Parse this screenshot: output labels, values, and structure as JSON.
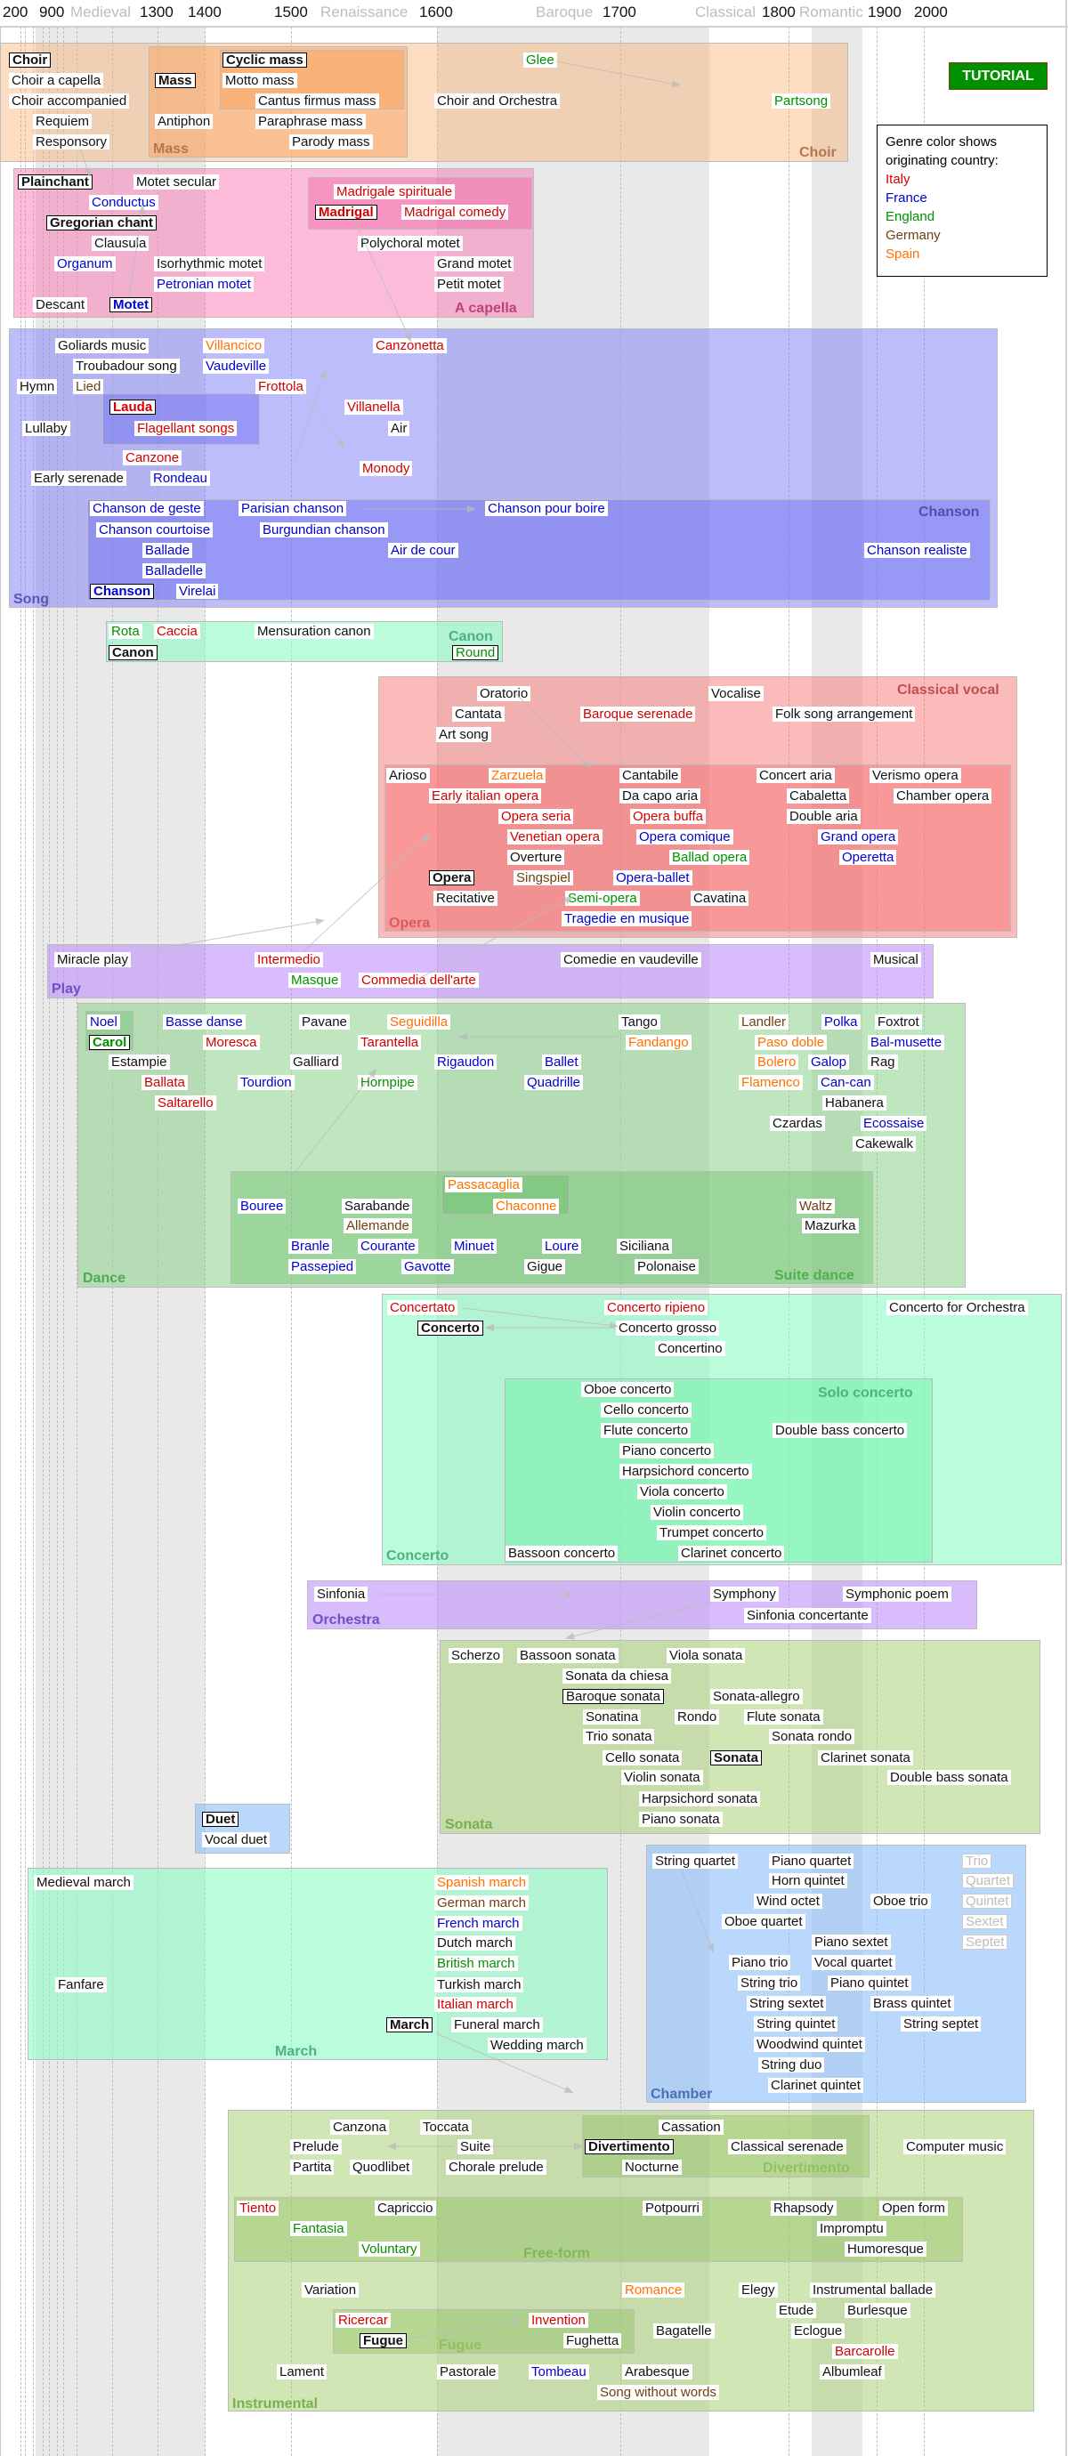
{
  "header": {
    "items": [
      {
        "t": "200"
      },
      {
        "t": "900"
      },
      {
        "t": "Medieval",
        "period": true
      },
      {
        "t": "1300"
      },
      {
        "t": "1400"
      },
      {
        "t": "1500"
      },
      {
        "t": "Renaissance",
        "period": true
      },
      {
        "t": "1600"
      },
      {
        "t": "Baroque",
        "period": true
      },
      {
        "t": "1700"
      },
      {
        "t": "Classical",
        "period": true
      },
      {
        "t": "1800"
      },
      {
        "t": "Romantic",
        "period": true
      },
      {
        "t": "1900"
      },
      {
        "t": "2000"
      }
    ]
  },
  "tutorial_button": "TUTORIAL",
  "legend": {
    "title_lines": [
      "Genre color shows",
      "originating country:"
    ],
    "countries": [
      {
        "code": "I",
        "name": "Italy",
        "color": "#d00000"
      },
      {
        "code": "F",
        "name": "France",
        "color": "#0000d0"
      },
      {
        "code": "E",
        "name": "England",
        "color": "#009000"
      },
      {
        "code": "G",
        "name": "Germany",
        "color": "#704010"
      },
      {
        "code": "S",
        "name": "Spain",
        "color": "#ff7000"
      }
    ]
  },
  "groups": [
    {
      "label": "Choir",
      "color": "#b07850",
      "genres": [
        {
          "t": "Choir",
          "main": true
        },
        {
          "t": "Choir a capella"
        },
        {
          "t": "Choir accompanied"
        },
        {
          "t": "Requiem"
        },
        {
          "t": "Responsory"
        },
        {
          "t": "Choir and Orchestra"
        },
        {
          "t": "Glee",
          "c": "E"
        },
        {
          "t": "Partsong",
          "c": "E"
        }
      ]
    },
    {
      "label": "Mass",
      "color": "#b07850",
      "genres": [
        {
          "t": "Mass",
          "main": true
        },
        {
          "t": "Antiphon"
        }
      ]
    },
    {
      "label": "",
      "genres": [
        {
          "t": "Cyclic mass",
          "main": true
        },
        {
          "t": "Motto mass"
        },
        {
          "t": "Cantus firmus mass"
        },
        {
          "t": "Paraphrase mass"
        },
        {
          "t": "Parody mass"
        }
      ]
    },
    {
      "label": "A capella",
      "color": "#c04080",
      "genres": [
        {
          "t": "Plainchant",
          "main": true
        },
        {
          "t": "Motet secular"
        },
        {
          "t": "Conductus",
          "c": "F"
        },
        {
          "t": "Gregorian chant",
          "main": true
        },
        {
          "t": "Clausula"
        },
        {
          "t": "Organum",
          "c": "F"
        },
        {
          "t": "Isorhythmic motet"
        },
        {
          "t": "Petronian motet",
          "c": "F"
        },
        {
          "t": "Descant"
        },
        {
          "t": "Motet",
          "c": "F",
          "main": true
        },
        {
          "t": "Polychoral motet"
        },
        {
          "t": "Grand motet"
        },
        {
          "t": "Petit motet"
        }
      ]
    },
    {
      "label": "",
      "genres": [
        {
          "t": "Madrigale spirituale",
          "c": "I"
        },
        {
          "t": "Madrigal",
          "c": "I",
          "main": true
        },
        {
          "t": "Madrigal comedy",
          "c": "I"
        }
      ]
    },
    {
      "label": "Song",
      "color": "#5858b0",
      "genres": [
        {
          "t": "Goliards music"
        },
        {
          "t": "Villancico",
          "c": "S"
        },
        {
          "t": "Canzonetta",
          "c": "I"
        },
        {
          "t": "Troubadour song"
        },
        {
          "t": "Vaudeville",
          "c": "F"
        },
        {
          "t": "Hymn"
        },
        {
          "t": "Lied",
          "c": "G"
        },
        {
          "t": "Frottola",
          "c": "I"
        },
        {
          "t": "Villanella",
          "c": "I"
        },
        {
          "t": "Lullaby"
        },
        {
          "t": "Air"
        },
        {
          "t": "Canzone",
          "c": "I"
        },
        {
          "t": "Monody",
          "c": "I"
        },
        {
          "t": "Early serenade"
        },
        {
          "t": "Rondeau",
          "c": "F"
        }
      ]
    },
    {
      "label": "",
      "genres": [
        {
          "t": "Lauda",
          "c": "I",
          "main": true
        },
        {
          "t": "Flagellant songs",
          "c": "I"
        }
      ]
    },
    {
      "label": "Chanson",
      "color": "#5050a8",
      "genres": [
        {
          "t": "Chanson de geste",
          "c": "F"
        },
        {
          "t": "Parisian chanson",
          "c": "F"
        },
        {
          "t": "Chanson pour boire",
          "c": "F"
        },
        {
          "t": "Chanson courtoise",
          "c": "F"
        },
        {
          "t": "Burgundian chanson",
          "c": "F"
        },
        {
          "t": "Ballade",
          "c": "F"
        },
        {
          "t": "Air de cour",
          "c": "F"
        },
        {
          "t": "Chanson realiste",
          "c": "F"
        },
        {
          "t": "Balladelle",
          "c": "F"
        },
        {
          "t": "Chanson",
          "c": "F",
          "main": true
        },
        {
          "t": "Virelai",
          "c": "F"
        }
      ]
    },
    {
      "label": "Canon",
      "color": "#50b080",
      "genres": [
        {
          "t": "Rota",
          "c": "E"
        },
        {
          "t": "Caccia",
          "c": "I"
        },
        {
          "t": "Mensuration canon"
        },
        {
          "t": "Canon",
          "main": true
        },
        {
          "t": "Round",
          "c": "E",
          "boxed": true
        }
      ]
    },
    {
      "label": "Classical vocal",
      "color": "#c05050",
      "genres": [
        {
          "t": "Oratorio"
        },
        {
          "t": "Vocalise"
        },
        {
          "t": "Cantata"
        },
        {
          "t": "Baroque serenade",
          "c": "I"
        },
        {
          "t": "Folk song arrangement"
        },
        {
          "t": "Art song"
        }
      ]
    },
    {
      "label": "Opera",
      "color": "#d06060",
      "genres": [
        {
          "t": "Arioso"
        },
        {
          "t": "Zarzuela",
          "c": "S"
        },
        {
          "t": "Cantabile"
        },
        {
          "t": "Concert aria"
        },
        {
          "t": "Verismo opera"
        },
        {
          "t": "Early italian opera",
          "c": "I"
        },
        {
          "t": "Da capo aria"
        },
        {
          "t": "Cabaletta"
        },
        {
          "t": "Chamber opera"
        },
        {
          "t": "Opera seria",
          "c": "I"
        },
        {
          "t": "Opera buffa",
          "c": "I"
        },
        {
          "t": "Double aria"
        },
        {
          "t": "Venetian opera",
          "c": "I"
        },
        {
          "t": "Opera comique",
          "c": "F"
        },
        {
          "t": "Grand opera",
          "c": "F"
        },
        {
          "t": "Overture"
        },
        {
          "t": "Ballad opera",
          "c": "E"
        },
        {
          "t": "Operetta",
          "c": "F"
        },
        {
          "t": "Opera",
          "main": true
        },
        {
          "t": "Singspiel",
          "c": "G"
        },
        {
          "t": "Opera-ballet",
          "c": "F"
        },
        {
          "t": "Recitative"
        },
        {
          "t": "Semi-opera",
          "c": "E"
        },
        {
          "t": "Cavatina"
        },
        {
          "t": "Tragedie en musique",
          "c": "F"
        }
      ]
    },
    {
      "label": "Play",
      "color": "#7050c0",
      "genres": [
        {
          "t": "Miracle play"
        },
        {
          "t": "Intermedio",
          "c": "I"
        },
        {
          "t": "Comedie en vaudeville"
        },
        {
          "t": "Musical"
        },
        {
          "t": "Masque",
          "c": "E"
        },
        {
          "t": "Commedia dell'arte",
          "c": "I"
        }
      ]
    },
    {
      "label": "Dance",
      "color": "#50a850",
      "genres": [
        {
          "t": "Basse danse",
          "c": "F"
        },
        {
          "t": "Pavane"
        },
        {
          "t": "Seguidilla",
          "c": "S"
        },
        {
          "t": "Tango"
        },
        {
          "t": "Landler",
          "c": "G"
        },
        {
          "t": "Polka",
          "c": "F"
        },
        {
          "t": "Foxtrot"
        },
        {
          "t": "Moresca",
          "c": "I"
        },
        {
          "t": "Tarantella",
          "c": "I"
        },
        {
          "t": "Fandango",
          "c": "S"
        },
        {
          "t": "Paso doble",
          "c": "S"
        },
        {
          "t": "Bal-musette",
          "c": "F"
        },
        {
          "t": "Estampie"
        },
        {
          "t": "Galliard"
        },
        {
          "t": "Rigaudon",
          "c": "F"
        },
        {
          "t": "Ballet",
          "c": "F"
        },
        {
          "t": "Bolero",
          "c": "S"
        },
        {
          "t": "Galop",
          "c": "F"
        },
        {
          "t": "Rag"
        },
        {
          "t": "Ballata",
          "c": "I"
        },
        {
          "t": "Tourdion",
          "c": "F"
        },
        {
          "t": "Hornpipe",
          "c": "E"
        },
        {
          "t": "Quadrille",
          "c": "F"
        },
        {
          "t": "Flamenco",
          "c": "S"
        },
        {
          "t": "Can-can",
          "c": "F"
        },
        {
          "t": "Saltarello",
          "c": "I"
        },
        {
          "t": "Habanera"
        },
        {
          "t": "Czardas"
        },
        {
          "t": "Ecossaise",
          "c": "F"
        },
        {
          "t": "Cakewalk"
        }
      ]
    },
    {
      "label": "",
      "genres": [
        {
          "t": "Noel",
          "c": "F"
        },
        {
          "t": "Carol",
          "c": "E",
          "main": true
        }
      ]
    },
    {
      "label": "Suite dance",
      "color": "#50b050",
      "genres": [
        {
          "t": "Bouree",
          "c": "F"
        },
        {
          "t": "Sarabande"
        },
        {
          "t": "Waltz",
          "c": "G"
        },
        {
          "t": "Allemande",
          "c": "G"
        },
        {
          "t": "Mazurka"
        },
        {
          "t": "Branle",
          "c": "F"
        },
        {
          "t": "Courante",
          "c": "F"
        },
        {
          "t": "Minuet",
          "c": "F"
        },
        {
          "t": "Loure",
          "c": "F"
        },
        {
          "t": "Siciliana"
        },
        {
          "t": "Passepied",
          "c": "F"
        },
        {
          "t": "Gavotte",
          "c": "F"
        },
        {
          "t": "Gigue"
        },
        {
          "t": "Polonaise"
        }
      ]
    },
    {
      "label": "",
      "genres": [
        {
          "t": "Passacaglia",
          "c": "S"
        },
        {
          "t": "Chaconne",
          "c": "S"
        }
      ]
    },
    {
      "label": "Concerto",
      "color": "#50b080",
      "genres": [
        {
          "t": "Concertato",
          "c": "I"
        },
        {
          "t": "Concerto ripieno",
          "c": "I"
        },
        {
          "t": "Concerto for Orchestra"
        },
        {
          "t": "Concerto",
          "main": true
        },
        {
          "t": "Concerto grosso"
        },
        {
          "t": "Concertino"
        }
      ]
    },
    {
      "label": "Solo concerto",
      "color": "#50b080",
      "genres": [
        {
          "t": "Oboe concerto"
        },
        {
          "t": "Cello concerto"
        },
        {
          "t": "Flute concerto"
        },
        {
          "t": "Double bass concerto"
        },
        {
          "t": "Piano concerto"
        },
        {
          "t": "Harpsichord concerto"
        },
        {
          "t": "Viola concerto"
        },
        {
          "t": "Violin concerto"
        },
        {
          "t": "Trumpet concerto"
        },
        {
          "t": "Bassoon concerto"
        },
        {
          "t": "Clarinet concerto"
        }
      ]
    },
    {
      "label": "Orchestra",
      "color": "#7050c0",
      "genres": [
        {
          "t": "Sinfonia"
        },
        {
          "t": "Symphony"
        },
        {
          "t": "Symphonic poem"
        },
        {
          "t": "Sinfonia concertante"
        }
      ]
    },
    {
      "label": "Sonata",
      "color": "#78b050",
      "genres": [
        {
          "t": "Scherzo"
        },
        {
          "t": "Bassoon sonata"
        },
        {
          "t": "Viola sonata"
        },
        {
          "t": "Sonata da chiesa"
        },
        {
          "t": "Baroque sonata",
          "boxed": true
        },
        {
          "t": "Sonata-allegro"
        },
        {
          "t": "Sonatina"
        },
        {
          "t": "Rondo"
        },
        {
          "t": "Flute sonata"
        },
        {
          "t": "Trio sonata"
        },
        {
          "t": "Sonata rondo"
        },
        {
          "t": "Cello sonata"
        },
        {
          "t": "Sonata",
          "main": true
        },
        {
          "t": "Clarinet sonata"
        },
        {
          "t": "Violin sonata"
        },
        {
          "t": "Double bass sonata"
        },
        {
          "t": "Harpsichord sonata"
        },
        {
          "t": "Piano sonata"
        }
      ]
    },
    {
      "label": "",
      "genres": [
        {
          "t": "Duet",
          "main": true
        },
        {
          "t": "Vocal duet"
        }
      ]
    },
    {
      "label": "March",
      "color": "#50b080",
      "genres": [
        {
          "t": "Medieval march"
        },
        {
          "t": "Spanish march",
          "c": "S"
        },
        {
          "t": "German march",
          "c": "G"
        },
        {
          "t": "French march",
          "c": "F"
        },
        {
          "t": "Dutch march"
        },
        {
          "t": "British march",
          "c": "E"
        },
        {
          "t": "Fanfare"
        },
        {
          "t": "Turkish march"
        },
        {
          "t": "Italian march",
          "c": "I"
        },
        {
          "t": "March",
          "main": true
        },
        {
          "t": "Funeral march"
        },
        {
          "t": "Wedding march"
        }
      ]
    },
    {
      "label": "Chamber",
      "color": "#4870b8",
      "genres": [
        {
          "t": "String quartet"
        },
        {
          "t": "Piano quartet"
        },
        {
          "t": "Trio",
          "muted": true
        },
        {
          "t": "Horn quintet"
        },
        {
          "t": "Quartet",
          "muted": true
        },
        {
          "t": "Wind octet"
        },
        {
          "t": "Oboe trio"
        },
        {
          "t": "Quintet",
          "muted": true
        },
        {
          "t": "Oboe quartet"
        },
        {
          "t": "Sextet",
          "muted": true
        },
        {
          "t": "Piano sextet"
        },
        {
          "t": "Septet",
          "muted": true
        },
        {
          "t": "Piano trio"
        },
        {
          "t": "Vocal quartet"
        },
        {
          "t": "String trio"
        },
        {
          "t": "Piano quintet"
        },
        {
          "t": "String sextet"
        },
        {
          "t": "Brass quintet"
        },
        {
          "t": "String quintet"
        },
        {
          "t": "String septet"
        },
        {
          "t": "Woodwind quintet"
        },
        {
          "t": "String duo"
        },
        {
          "t": "Clarinet quintet"
        }
      ]
    },
    {
      "label": "Instrumental",
      "color": "#78b050",
      "genres": [
        {
          "t": "Canzona"
        },
        {
          "t": "Toccata"
        },
        {
          "t": "Prelude"
        },
        {
          "t": "Suite"
        },
        {
          "t": "Computer music"
        },
        {
          "t": "Partita"
        },
        {
          "t": "Quodlibet"
        },
        {
          "t": "Chorale prelude"
        },
        {
          "t": "Variation"
        },
        {
          "t": "Romance",
          "c": "S"
        },
        {
          "t": "Elegy"
        },
        {
          "t": "Instrumental ballade"
        },
        {
          "t": "Etude"
        },
        {
          "t": "Burlesque"
        },
        {
          "t": "Bagatelle"
        },
        {
          "t": "Eclogue"
        },
        {
          "t": "Barcarolle",
          "c": "I"
        },
        {
          "t": "Lament"
        },
        {
          "t": "Pastorale"
        },
        {
          "t": "Tombeau",
          "c": "F"
        },
        {
          "t": "Arabesque"
        },
        {
          "t": "Albumleaf"
        },
        {
          "t": "Song without words",
          "c": "G"
        }
      ]
    },
    {
      "label": "Divertimento",
      "color": "#90c060",
      "genres": [
        {
          "t": "Cassation"
        },
        {
          "t": "Divertimento",
          "main": true
        },
        {
          "t": "Classical serenade"
        },
        {
          "t": "Nocturne"
        }
      ]
    },
    {
      "label": "Free-form",
      "color": "#80b858",
      "genres": [
        {
          "t": "Tiento",
          "c": "I"
        },
        {
          "t": "Capriccio"
        },
        {
          "t": "Potpourri"
        },
        {
          "t": "Rhapsody"
        },
        {
          "t": "Open form"
        },
        {
          "t": "Fantasia",
          "c": "E"
        },
        {
          "t": "Impromptu"
        },
        {
          "t": "Voluntary",
          "c": "E"
        },
        {
          "t": "Humoresque"
        }
      ]
    },
    {
      "label": "Fugue",
      "color": "#90c060",
      "genres": [
        {
          "t": "Ricercar",
          "c": "I"
        },
        {
          "t": "Invention",
          "c": "I"
        },
        {
          "t": "Fugue",
          "main": true
        },
        {
          "t": "Fughetta"
        }
      ]
    }
  ]
}
